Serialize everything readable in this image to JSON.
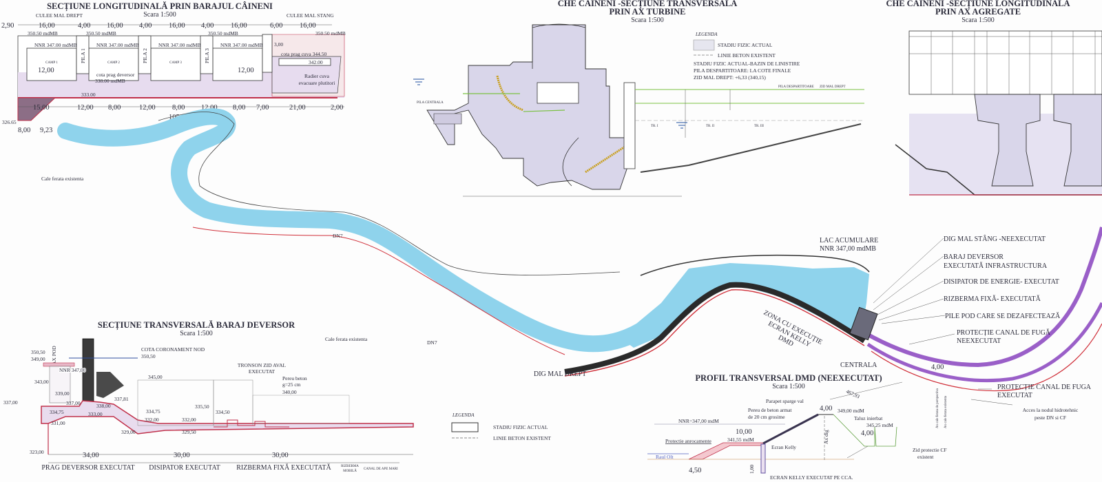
{
  "long_section": {
    "title": "SECȚIUNE LONGITUDINALĂ PRIN BARAJUL CÂINENI",
    "scale": "Scara 1:500",
    "culee_drept": "CULEE MAL DREPT",
    "culee_stang": "CULEE MAL STANG",
    "top_dims": [
      "2,90",
      "16,00",
      "4,00",
      "16,00",
      "4,00",
      "16,00",
      "4,00",
      "16,00",
      "6,00",
      "16,00"
    ],
    "crest": "350.50 mdMB",
    "nnr": "NNR 347.00 mdMB",
    "bays": [
      "CAMP 1",
      "CAMP 2",
      "CAMP 3"
    ],
    "piers": [
      "PILA 1",
      "PILA 2",
      "PILA 3"
    ],
    "bay_width": "12,00",
    "sill_label": "cota prag deversor",
    "sill_elev": "338.00 mdMB",
    "right_height": "3,00",
    "basin_sill": "cota prag cuva 344.50",
    "basin_bottom": "342.00",
    "basin_label_1": "Radier cuva",
    "basin_label_2": "evacuare plutitori",
    "foundation": "333.00",
    "bottom_dims": [
      "15,00",
      "12,00",
      "8,00",
      "12,00",
      "8,00",
      "12,00",
      "8,00",
      "7,00",
      "21,00",
      "2,00"
    ],
    "total": "105,00",
    "toe_elev": "326.65",
    "toe_dims": [
      "8,00",
      "9,23"
    ]
  },
  "turbine_section": {
    "title_1": "CHE CÂINENI -SECȚIUNE TRANSVERSALĂ",
    "title_2": "PRIN AX TURBINE",
    "scale": "Scara 1:500",
    "legend": {
      "title": "LEGENDA",
      "items": [
        "STADIU FIZIC ACTUAL",
        "LINIE BETON EXISTENT"
      ],
      "notes": [
        "STADIU FIZIC ACTUAL-BAZIN DE LINISTIRE",
        "PILA DESPARTITOARE: LA COTE FINALE",
        "ZID MAL DREPT: +6,33 (340,15)"
      ]
    },
    "labels": [
      "PILA CENTRALA",
      "PILA DESPARTITOARE",
      "ZID MAL DREPT",
      "TR. I",
      "TR. II",
      "TR. III"
    ]
  },
  "agregate_section": {
    "title_1": "CHE CÂINENI -SECȚIUNE LONGITUDINALĂ",
    "title_2": "PRIN AX AGREGATE",
    "scale": "Scara 1:500"
  },
  "plan": {
    "railway": "Cale ferata existenta",
    "road": "DN7",
    "dig_mal_drept": "DIG MAL DREPT",
    "lake_1": "LAC ACUMULARE",
    "lake_2": "NNR 347,00 mdMB",
    "kelly_zone": [
      "ZONA CU EXECUȚIE",
      "ECRAN KELLY",
      "DMD"
    ],
    "centrala": "CENTRALA",
    "callouts": [
      "DIG MAL STÂNG -NEEXECUTAT",
      "BARAJ DEVERSOR",
      "EXECUTATĂ INFRASTRUCTURA",
      "DISIPATOR DE ENERGIE- EXECUTAT",
      "RIZBERMA FIXĂ- EXECUTATĂ",
      "PILE POD CARE SE DEZAFECTEAZĂ",
      "PROTECȚIE CANAL DE FUGĂ",
      "NEEXECUTAT",
      "PROTECȚIE CANAL DE FUGA",
      "EXECUTAT",
      "Acces la nodul hidrotehnic",
      "peste DN si CF"
    ],
    "colors": {
      "water": "#8fd3ec",
      "dike": "#2a2a2a",
      "canal": "#9a5fc8",
      "boundary": "#d0303a"
    }
  },
  "weir_section": {
    "title": "SECȚIUNE TRANSVERSALĂ  BARAJ DEVERSOR",
    "scale": "Scara 1:500",
    "ax_pod": "AX POD",
    "crest_label": "COTA CORONAMENT NOD",
    "elevs": [
      "350,50",
      "349,00",
      "343,00",
      "337,00",
      "339,00",
      "338,00",
      "337,00",
      "337,81",
      "334,75",
      "333,00",
      "331,00",
      "329,00",
      "345,00",
      "334,75",
      "332,00",
      "332,00",
      "329,50",
      "335,50",
      "334,50",
      "340,00",
      "323,00",
      "350,50"
    ],
    "nnr": "NNR 347,00",
    "tronson_1": "TRONSON ZID AVAL",
    "tronson_2": "EXECUTAT",
    "pereu_1": "Pereu beton",
    "pereu_2": "g=25 cm",
    "dims": [
      "34,00",
      "30,00",
      "30,00"
    ],
    "zones": [
      "PRAG DEVERSOR EXECUTAT",
      "DISIPATOR EXECUTAT",
      "RIZBERMA FIXĂ EXECUTATĂ",
      "RIZBERMA",
      "MOBILĂ",
      "CANAL DE APE MARI"
    ],
    "legend": {
      "title": "LEGENDA",
      "items": [
        "STADIU FIZIC ACTUAL",
        "LINIE BETON EXISTENT"
      ]
    }
  },
  "dmd_profile": {
    "title": "PROFIL TRANSVERSAL DMD (NEEXECUTAT)",
    "scale": "Scara 1:500",
    "parapet": "Parapet sparge val",
    "pereu_1": "Pereu de beton armat",
    "pereu_2": "de 20 cm grosime",
    "crest_width": "4,00",
    "crest_elev": "349,00 mdM",
    "taluz": "Taluz inierbat",
    "nnr": "NNR=347,00 mdM",
    "berm_width": "10,00",
    "berm_elev": "341,55 mdM",
    "anrocamente": "Protectie anrocamente",
    "ecran": "Ecran Kelly",
    "raul": "Raul Olt",
    "toe_width": "4,50",
    "depth": "1,00",
    "ecran_cca": "ECRAN KELLY EXECUTAT PE CCA.",
    "ax_dig": "Ax dig",
    "road_elev": "345,25 mdM",
    "road_width": "4,00",
    "zid_1": "Zid protectie CF",
    "zid_2": "existent",
    "chainage": "467,93",
    "rail_width": "4,00",
    "ax_cf_persp": "Ax cale ferata de perspectiva",
    "ax_cf_exist": "Ax cale ferata existenta"
  }
}
